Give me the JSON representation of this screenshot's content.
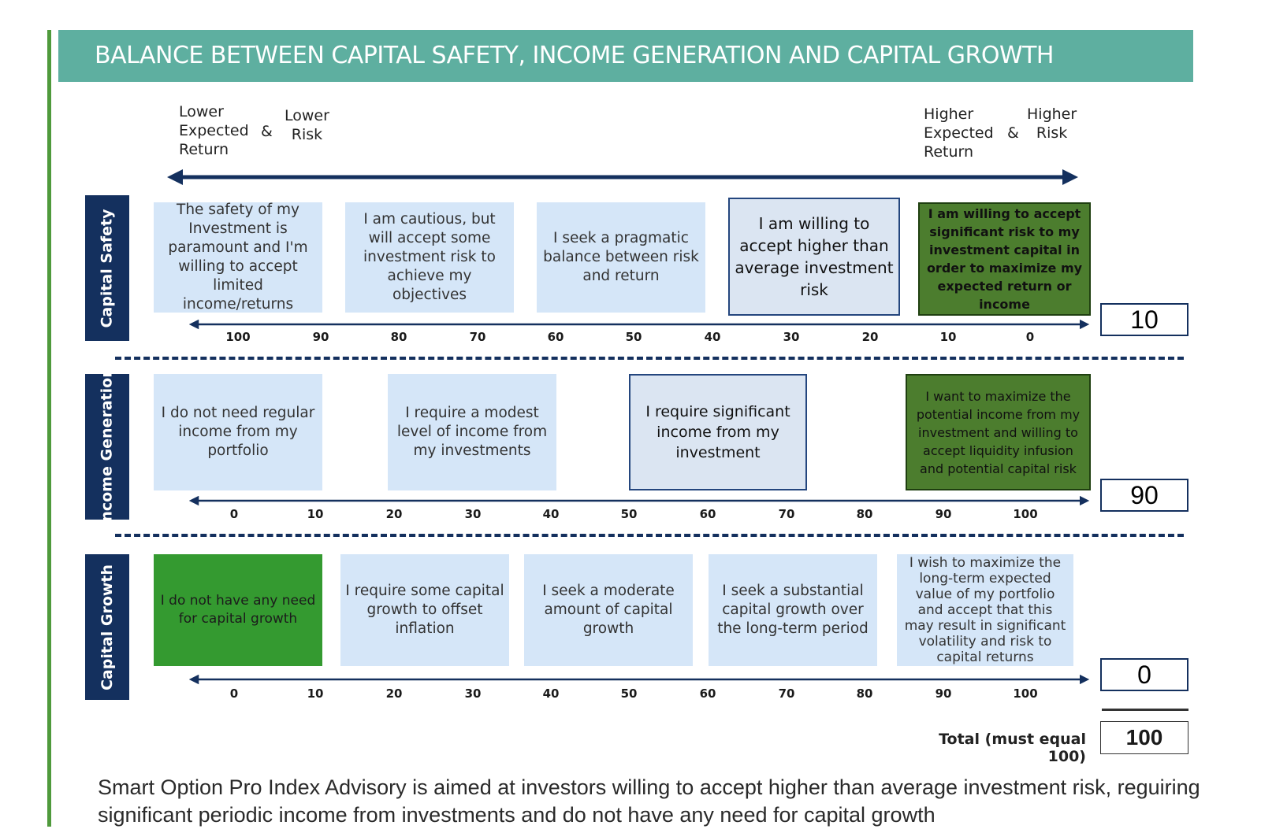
{
  "title": "BALANCE BETWEEN CAPITAL SAFETY, INCOME GENERATION AND CAPITAL GROWTH",
  "header": {
    "left": {
      "return_label": "Lower\nExpected\nReturn",
      "amp": "&",
      "risk_label": "Lower\nRisk"
    },
    "right": {
      "return_label": "Higher\nExpected\nReturn",
      "amp": "&",
      "risk_label": "Higher\nRisk"
    }
  },
  "sections": [
    {
      "label": "Capital Safety",
      "score": "10",
      "ticks": [
        "100",
        "90",
        "80",
        "70",
        "60",
        "50",
        "40",
        "30",
        "20",
        "10",
        "0"
      ],
      "boxes": [
        "The safety of my Investment is paramount and I'm willing to accept limited income/returns",
        "I am cautious, but will accept some investment risk to achieve my objectives",
        "I seek a pragmatic balance between risk and return",
        "I am willing to accept higher than average investment risk",
        "I am willing to accept significant risk to my investment capital in order to maximize my expected return or income"
      ]
    },
    {
      "label": "Income Generation",
      "score": "90",
      "ticks": [
        "0",
        "10",
        "20",
        "30",
        "40",
        "50",
        "60",
        "70",
        "80",
        "90",
        "100"
      ],
      "boxes": [
        "I do not need regular income from my portfolio",
        "I require a modest level of income from my investments",
        "I require significant income from my investment",
        "I want to maximize the potential income from my investment and willing to accept  liquidity infusion and potential capital risk"
      ]
    },
    {
      "label": "Capital Growth",
      "score": "0",
      "ticks": [
        "0",
        "10",
        "20",
        "30",
        "40",
        "50",
        "60",
        "70",
        "80",
        "90",
        "100"
      ],
      "boxes": [
        "I do not have any need for capital growth",
        "I require some capital growth to offset inflation",
        "I seek a moderate amount of capital growth",
        "I seek a substantial capital growth over the long-term period",
        "I wish to maximize the long-term expected value of my portfolio and accept that this may result in significant volatility and risk to capital returns"
      ]
    }
  ],
  "total": {
    "label": "Total (must equal 100)",
    "value": "100"
  },
  "footer": "Smart Option Pro Index Advisory is aimed at investors willing to accept higher than average investment risk, reguiring significant periodic income from investments and do not have any need for capital growth",
  "colors": {
    "banner": "#5eafa0",
    "navy": "#14305e",
    "box_light": "#d5e6f8",
    "box_dark_green": "#4c7d2e",
    "box_bright_green": "#349a30",
    "left_bar": "#4f9a3c"
  }
}
